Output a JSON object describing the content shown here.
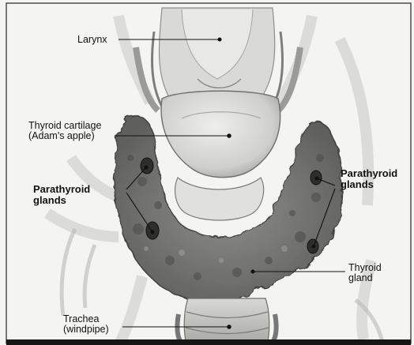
{
  "labels": {
    "larynx": "Larynx",
    "thyroid_cartilage": [
      "Thyroid cartilage",
      "(Adam's apple)"
    ],
    "parathyroid_left": [
      "Parathyroid",
      "glands"
    ],
    "parathyroid_right": [
      "Parathyroid",
      "glands"
    ],
    "thyroid_gland": [
      "Thyroid",
      "gland"
    ],
    "trachea": [
      "Trachea",
      "(windpipe)"
    ]
  }
}
